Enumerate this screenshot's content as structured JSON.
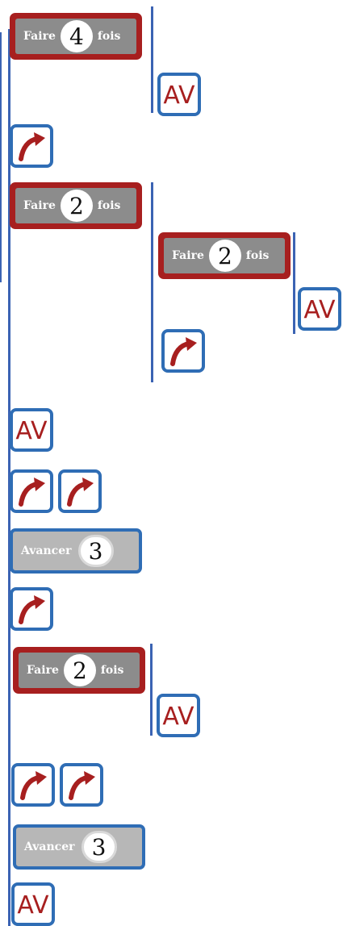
{
  "blocks": {
    "repeat_word": "Faire",
    "times_word": "fois",
    "advance_word": "Avancer",
    "move_forward_short": "AV",
    "repeat_1_count": "4",
    "repeat_2_count": "2",
    "repeat_3_count": "2",
    "repeat_4_count": "2",
    "advance_1_count": "3",
    "advance_2_count": "3"
  },
  "colors": {
    "control_border": "#a71f1f",
    "control_fill": "#8c8c8c",
    "motion_border": "#2f6db5",
    "icon_color": "#a71f1f",
    "nesting_line": "#3b63b3"
  },
  "icons": {
    "turn": "curved-arrow-icon",
    "forward": "av-text-icon"
  }
}
